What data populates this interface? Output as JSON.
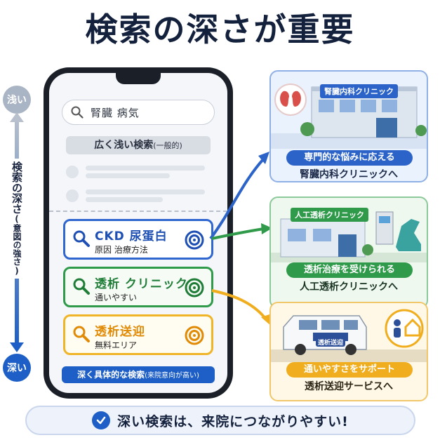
{
  "title": "検索の深さが重要",
  "depth": {
    "shallow": "浅い",
    "deep": "深い",
    "label_main": "検索の深さ",
    "label_sub": "(意図の強さ)"
  },
  "phone": {
    "search_query": "腎臓 病気",
    "broad_label": "広く浅い検索",
    "broad_label_sub": "(一般的)",
    "cards": [
      {
        "main": "CKD 尿蛋白",
        "sub": "原因 治療方法",
        "color": "#2f66cf"
      },
      {
        "main": "透析 クリニック",
        "sub": "通いやすい",
        "color": "#2f9a4a"
      },
      {
        "main": "透析送迎",
        "sub": "無料エリア",
        "color": "#f0b428"
      }
    ],
    "deep_label": "深く具体的な検索",
    "deep_label_sub": "(来院意向が高い)"
  },
  "results": [
    {
      "sign": "腎臓内科クリニック",
      "badge": "専門的な悩みに応える",
      "main": "腎臓内科クリニックへ",
      "color": "#2c63c9"
    },
    {
      "sign": "人工透析クリニック",
      "badge": "透析治療を受けられる",
      "main": "人工透析クリニックへ",
      "color": "#2f9a4a"
    },
    {
      "sign": "透析送迎",
      "badge": "通いやすさをサポート",
      "main": "透析送迎サービスへ",
      "color": "#f0ad1e"
    }
  ],
  "banner": "深い検索は、来院につながりやすい!"
}
